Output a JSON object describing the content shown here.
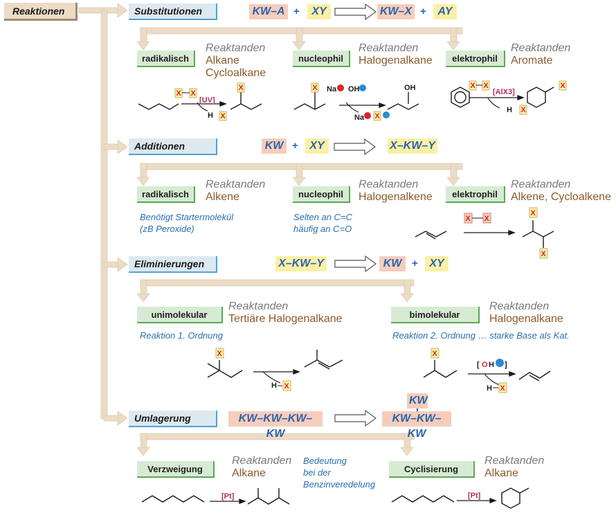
{
  "root": {
    "title": "Reaktionen"
  },
  "heading_word": "Reaktanden",
  "sections": [
    {
      "title": "Substitutionen",
      "equation": {
        "tokens": [
          "KW–A",
          "+",
          "XY",
          "KW–X",
          "+",
          "AY"
        ]
      },
      "mechanisms": [
        {
          "label": "radikalisch",
          "reactants": [
            "Alkane",
            "Cycloalkane"
          ]
        },
        {
          "label": "nucleophil",
          "reactants": [
            "Halogenalkane"
          ]
        },
        {
          "label": "elektrophil",
          "reactants": [
            "Aromate"
          ]
        }
      ]
    },
    {
      "title": "Additionen",
      "equation": {
        "tokens": [
          "KW",
          "+",
          "XY",
          "X–KW–Y"
        ]
      },
      "mechanisms": [
        {
          "label": "radikalisch",
          "reactants": [
            "Alkene"
          ],
          "note": [
            "Benötigt Startermolekül",
            "(zB Peroxide)"
          ]
        },
        {
          "label": "nucleophil",
          "reactants": [
            "Halogenalkene"
          ],
          "note": [
            "Selten an C=C",
            "häufig an C=O"
          ]
        },
        {
          "label": "elektrophil",
          "reactants": [
            "Alkene, Cycloalkene"
          ]
        }
      ]
    },
    {
      "title": "Eliminierungen",
      "equation": {
        "tokens": [
          "X–KW–Y",
          "KW",
          "+",
          "XY"
        ]
      },
      "mechanisms": [
        {
          "label": "unimolekular",
          "reactants": [
            "Tertiäre Halogenalkane"
          ],
          "note": [
            "Reaktion 1. Ordnung"
          ]
        },
        {
          "label": "bimolekular",
          "reactants": [
            "Halogenalkane"
          ],
          "note": [
            "Reaktion 2. Ordnung … starke Base als Kat."
          ]
        }
      ]
    },
    {
      "title": "Umlagerung",
      "equation": {
        "tokens": [
          "KW–KW–KW–KW",
          "KW",
          "KW–KW–KW"
        ]
      },
      "mechanisms": [
        {
          "label": "Verzweigung",
          "reactants": [
            "Alkane"
          ]
        },
        {
          "label": "Cyclisierung",
          "reactants": [
            "Alkane"
          ]
        }
      ],
      "note": [
        "Bedeutung",
        "bei der",
        "Benzinveredelung"
      ]
    }
  ],
  "scheme_labels": {
    "X": "X",
    "H": "H",
    "Na": "Na",
    "OH": "OH",
    "O": "O",
    "UV": "[UV]",
    "AlX3": "[AlX3]",
    "Pt": "[Pt]"
  },
  "colors": {
    "tree": "#ecdcc6",
    "tree_edge": "#9e8c76",
    "category_bg": "#dde9f1",
    "category_edge": "#4ea3d4",
    "mechanism_bg": "#d7ebd3",
    "mechanism_edge": "#5aa756",
    "reactant_text": "#8b5a2b",
    "note_text": "#2a6ead",
    "token_pink": "#f6cdbb",
    "token_yellow": "#fbf0a6",
    "token_text": "#2a64ad"
  }
}
